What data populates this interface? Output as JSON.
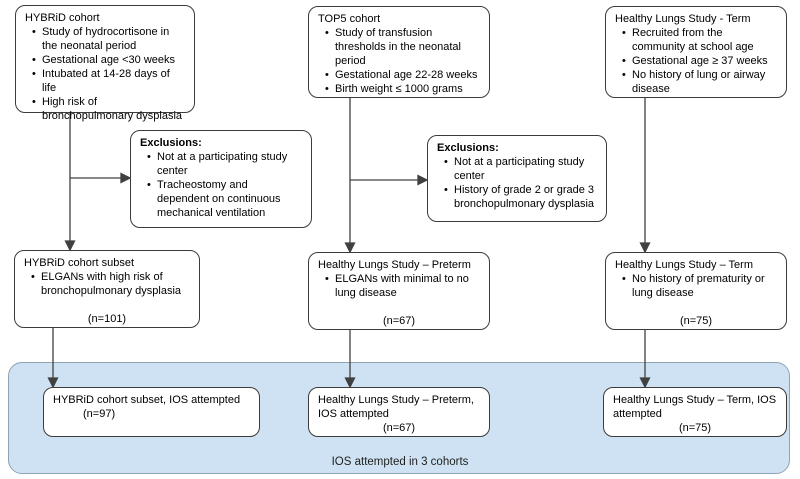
{
  "diagram": {
    "top_row": {
      "hybrid": {
        "title": "HYBRiD cohort",
        "bullets": [
          "Study of hydrocortisone in the neonatal period",
          "Gestational age <30 weeks",
          "Intubated at 14-28 days of life",
          "High risk of bronchopulmonary dysplasia"
        ]
      },
      "top5": {
        "title": "TOP5 cohort",
        "bullets": [
          "Study of transfusion thresholds in the neonatal period",
          "Gestational age 22-28 weeks",
          "Birth weight ≤ 1000 grams"
        ]
      },
      "healthy_term": {
        "title": "Healthy Lungs Study - Term",
        "bullets": [
          "Recruited from the community at school age",
          "Gestational age ≥ 37 weeks",
          "No history of lung or airway disease"
        ]
      }
    },
    "exclusions": {
      "hybrid": {
        "title": "Exclusions:",
        "bullets": [
          "Not at a participating study center",
          "Tracheostomy and dependent on continuous mechanical ventilation"
        ]
      },
      "top5": {
        "title": "Exclusions:",
        "bullets": [
          "Not at a participating study center",
          "History of grade 2 or grade 3 bronchopulmonary dysplasia"
        ]
      }
    },
    "middle_row": {
      "hybrid_subset": {
        "title": "HYBRiD cohort subset",
        "bullets": [
          "ELGANs with high risk of bronchopulmonary dysplasia"
        ],
        "n": "(n=101)"
      },
      "hls_preterm": {
        "title": "Healthy Lungs Study – Preterm",
        "bullets": [
          "ELGANs with minimal to no lung disease"
        ],
        "n": "(n=67)"
      },
      "hls_term": {
        "title": "Healthy Lungs Study – Term",
        "bullets": [
          "No history of prematurity or lung disease"
        ],
        "n": "(n=75)"
      }
    },
    "bottom_row": {
      "hybrid_ios": {
        "title": "HYBRiD cohort subset, IOS attempted",
        "n": "(n=97)"
      },
      "preterm_ios": {
        "title": "Healthy Lungs Study – Preterm, IOS attempted",
        "n": "(n=67)"
      },
      "term_ios": {
        "title": "Healthy Lungs Study – Term, IOS attempted",
        "n": "(n=75)"
      }
    },
    "band_caption": "IOS attempted in 3 cohorts",
    "colors": {
      "band_fill": "#cfe2f3",
      "band_border": "#8fa3b3",
      "box_border": "#3b3b3b",
      "arrow": "#404040"
    }
  }
}
